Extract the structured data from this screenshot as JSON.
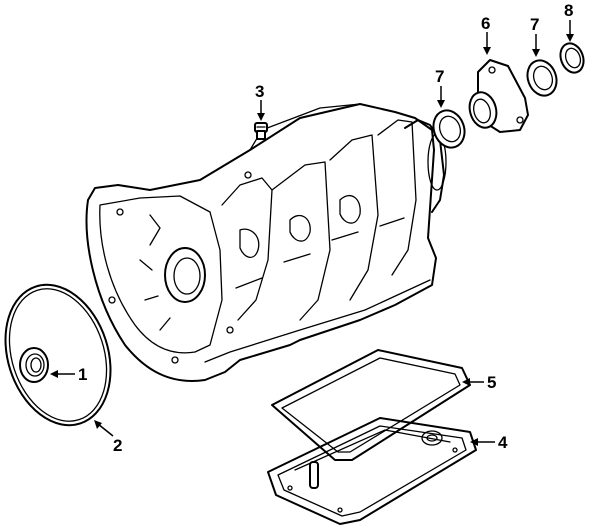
{
  "callouts": [
    {
      "id": "1",
      "label": "1"
    },
    {
      "id": "2",
      "label": "2"
    },
    {
      "id": "3",
      "label": "3"
    },
    {
      "id": "4",
      "label": "4"
    },
    {
      "id": "5",
      "label": "5"
    },
    {
      "id": "6",
      "label": "6"
    },
    {
      "id": "7a",
      "label": "7"
    },
    {
      "id": "7b",
      "label": "7"
    },
    {
      "id": "8",
      "label": "8"
    }
  ],
  "parts": [
    "transmission-case",
    "torque-converter-seal",
    "gasket-ring",
    "vent-plug",
    "oil-pan",
    "pan-gasket",
    "output-flange",
    "output-seal",
    "flange-seal"
  ]
}
